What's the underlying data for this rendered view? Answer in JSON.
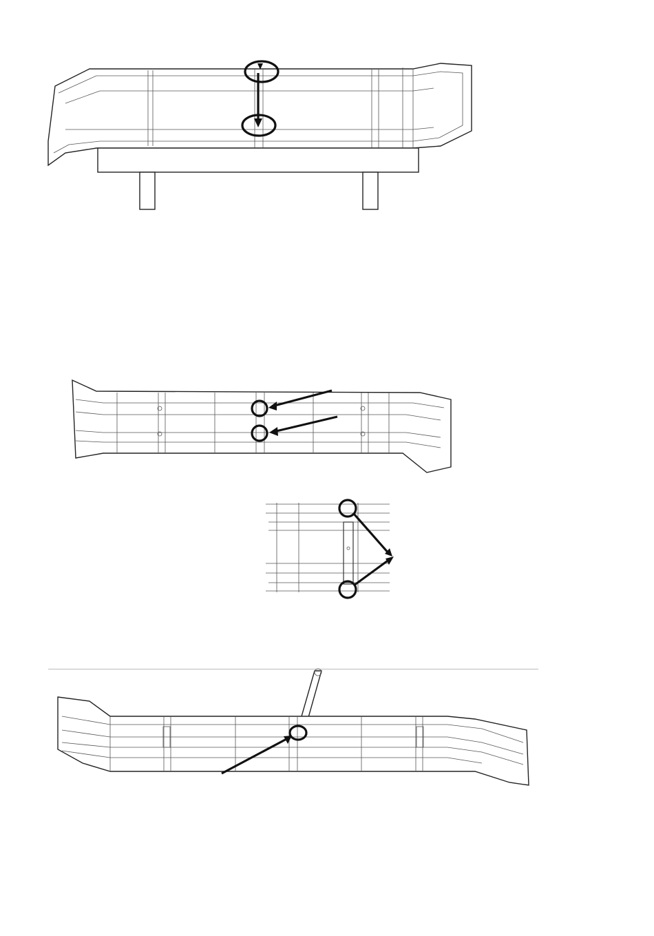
{
  "figures": [
    {
      "name": "figure-1-light-on-stand",
      "marks": [
        "top-bolt-circle",
        "bottom-bolt-circle",
        "downward-arrow"
      ]
    },
    {
      "name": "figure-2-mounting-points",
      "marks": [
        "upper-bolt-circle",
        "lower-bolt-circle"
      ]
    },
    {
      "name": "figure-3-bracket-detail",
      "marks": [
        "top-clip-circle",
        "bottom-clip-circle"
      ]
    },
    {
      "name": "figure-4-strap-attachment",
      "marks": [
        "strap-bolt-circle"
      ]
    }
  ],
  "colors": {
    "ink": "#111111",
    "line": "#555555",
    "paper": "#ffffff"
  }
}
